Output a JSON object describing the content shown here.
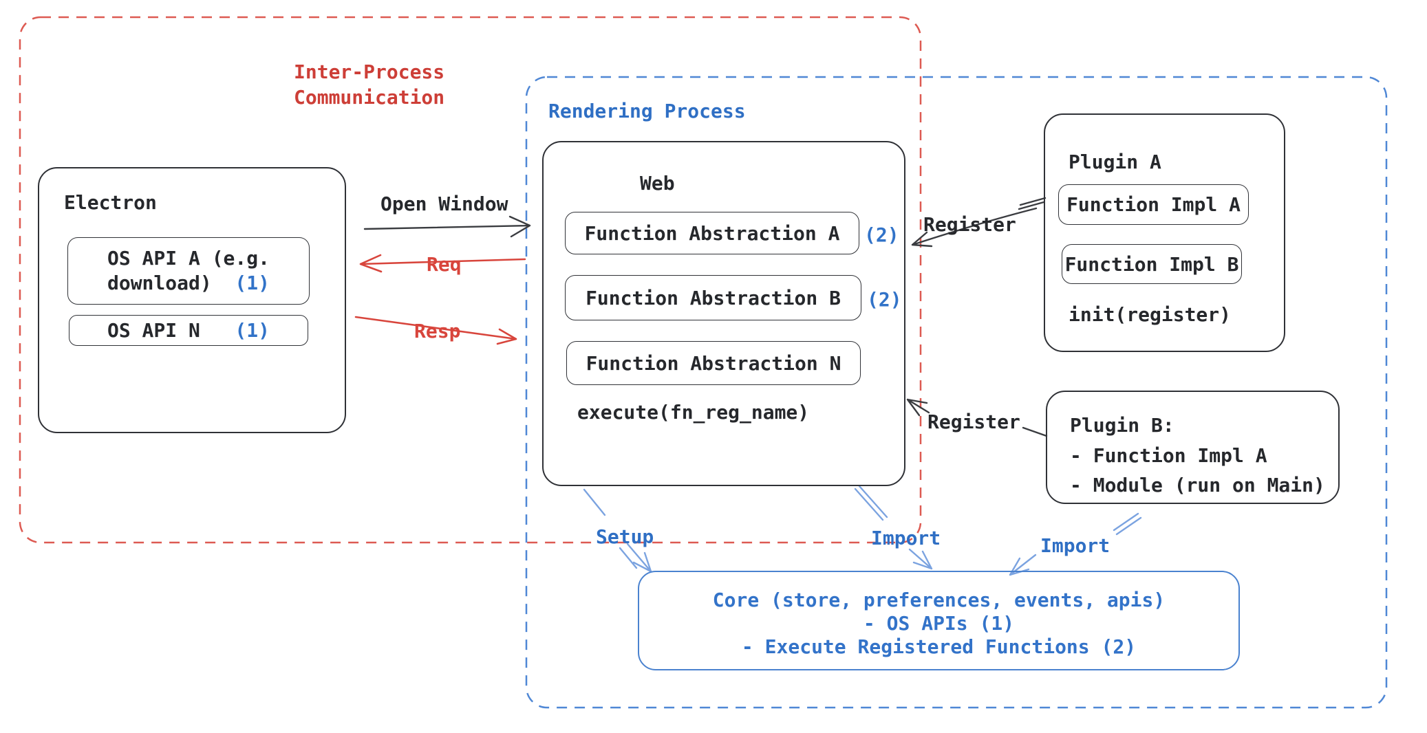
{
  "ipc": {
    "line1": "Inter-Process",
    "line2": "Communication"
  },
  "rendering": {
    "title": "Rendering Process"
  },
  "electron": {
    "title": "Electron",
    "api_a_line1": "OS API A (e.g.",
    "api_a_line2": "download)",
    "api_a_num": "(1)",
    "api_n": "OS API N",
    "api_n_num": "(1)"
  },
  "web": {
    "title": "Web",
    "fn_a": "Function Abstraction A",
    "fn_b": "Function Abstraction B",
    "fn_n": "Function Abstraction N",
    "num_a": "(2)",
    "num_b": "(2)",
    "execute": "execute(fn_reg_name)"
  },
  "plugin_a": {
    "title": "Plugin A",
    "impl_a": "Function Impl A",
    "impl_b": "Function Impl B",
    "init": "init(register)"
  },
  "plugin_b": {
    "title": "Plugin B:",
    "item1": "- Function Impl A",
    "item2": "- Module (run on Main)"
  },
  "core": {
    "line1": "Core (store, preferences, events, apis)",
    "line2": "- OS APIs (1)",
    "line3": "- Execute Registered Functions (2)"
  },
  "labels": {
    "open_window": "Open Window",
    "req": "Req",
    "resp": "Resp",
    "register_top": "Register",
    "register_bottom": "Register",
    "setup": "Setup",
    "import_web": "Import",
    "import_plugin": "Import"
  },
  "colors": {
    "red_border": "#dd5a52",
    "red_text": "#cd3e37",
    "red_arrow": "#d8453c",
    "blue_border": "#4f87d5",
    "blue_text": "#2f6fc4",
    "blue_arrow": "#7ba3e0",
    "core_border": "#4a82cf",
    "ink": "#26282c"
  }
}
